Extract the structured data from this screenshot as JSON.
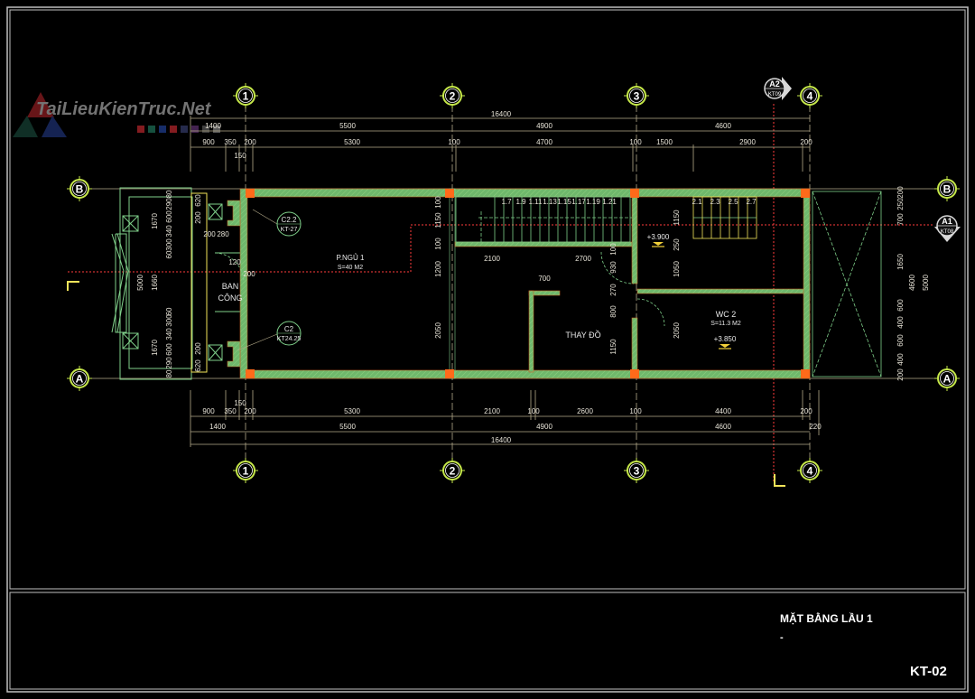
{
  "sheet": {
    "title": "MẶT BẰNG LẦU 1",
    "subtitle": "-",
    "sheet_number": "KT-02"
  },
  "watermark": {
    "text": "TaiLieuKienTruc.Net",
    "chip_colors": [
      "#b0262b",
      "#1e6d55",
      "#1f3d8c",
      "#b0262b",
      "#333a66",
      "#5a2f6b",
      "#555555",
      "#777777"
    ]
  },
  "colors": {
    "wall_fill": "#6fb86c",
    "column": "#ff6a1a",
    "dimension": "#b5ab8a",
    "axis_ring": "#c6e84a",
    "section_line": "#ff3b3b",
    "frame": "#bfbfbf",
    "stair": "#7fd08a",
    "stair_yellow": "#f2e45a",
    "elevation_marker": "#f2d13a"
  },
  "grid_axes": {
    "vertical": [
      "1",
      "2",
      "3",
      "4"
    ],
    "horizontal": [
      "B",
      "A"
    ]
  },
  "section_markers": [
    {
      "id": "A2",
      "sheet": "KT09"
    },
    {
      "id": "A1",
      "sheet": "KT08"
    }
  ],
  "dimensions_top": {
    "overall": "16400",
    "row2": [
      "1400",
      "5500",
      "4900",
      "4600"
    ],
    "row3": [
      "900",
      "350",
      "200",
      "5300",
      "100",
      "4700",
      "100",
      "1500",
      "2900",
      "200"
    ],
    "extra": "150"
  },
  "dimensions_bottom": {
    "row1": [
      "900",
      "350",
      "200",
      "5300",
      "2100",
      "100",
      "2600",
      "100",
      "4400",
      "200"
    ],
    "row2": [
      "1400",
      "5500",
      "4900",
      "4600",
      "220"
    ],
    "overall": "16400",
    "extra": "150"
  },
  "dimensions_left": {
    "outer": "5000",
    "mid": [
      "1670",
      "1660",
      "1670"
    ],
    "inner": [
      "80",
      "290",
      "600",
      "340",
      "300",
      "60",
      "60",
      "300",
      "340",
      "600",
      "290",
      "80"
    ],
    "wall": [
      "620",
      "200",
      "200",
      "620"
    ],
    "balcony": [
      "200",
      "280",
      "120",
      "200"
    ]
  },
  "dimensions_right": {
    "outer": "5000",
    "mid": "4600",
    "inner": [
      "200",
      "250",
      "700",
      "1650",
      "600",
      "400",
      "600",
      "400",
      "200"
    ]
  },
  "dimensions_interior": {
    "grid2": [
      "100",
      "1150",
      "100",
      "1200",
      "2050"
    ],
    "room_split": [
      "2100",
      "2700"
    ],
    "closet": "700",
    "grid3_left": [
      "100",
      "930",
      "270",
      "800",
      "1150"
    ],
    "grid3_right": [
      "1150",
      "250",
      "1050",
      "2050"
    ]
  },
  "rooms": [
    {
      "name": "P.NGỦ 1",
      "area": "S=40 M2"
    },
    {
      "name": "BAN",
      "name2": "CÔNG"
    },
    {
      "name": "THAY ĐỒ"
    },
    {
      "name": "WC 2",
      "area": "S=11.3 M2"
    }
  ],
  "elevations": [
    "+3.900",
    "+3.850"
  ],
  "callouts": [
    {
      "top": "C2.2",
      "bottom": "KT-27"
    },
    {
      "top": "C2",
      "bottom": "KT24.25"
    }
  ],
  "stair_steps": [
    "1.7",
    "1.9",
    "1.11",
    "1.13",
    "1.15",
    "1.17",
    "1.19",
    "1.21",
    "2.1",
    "2.3",
    "2.5",
    "2.7"
  ]
}
